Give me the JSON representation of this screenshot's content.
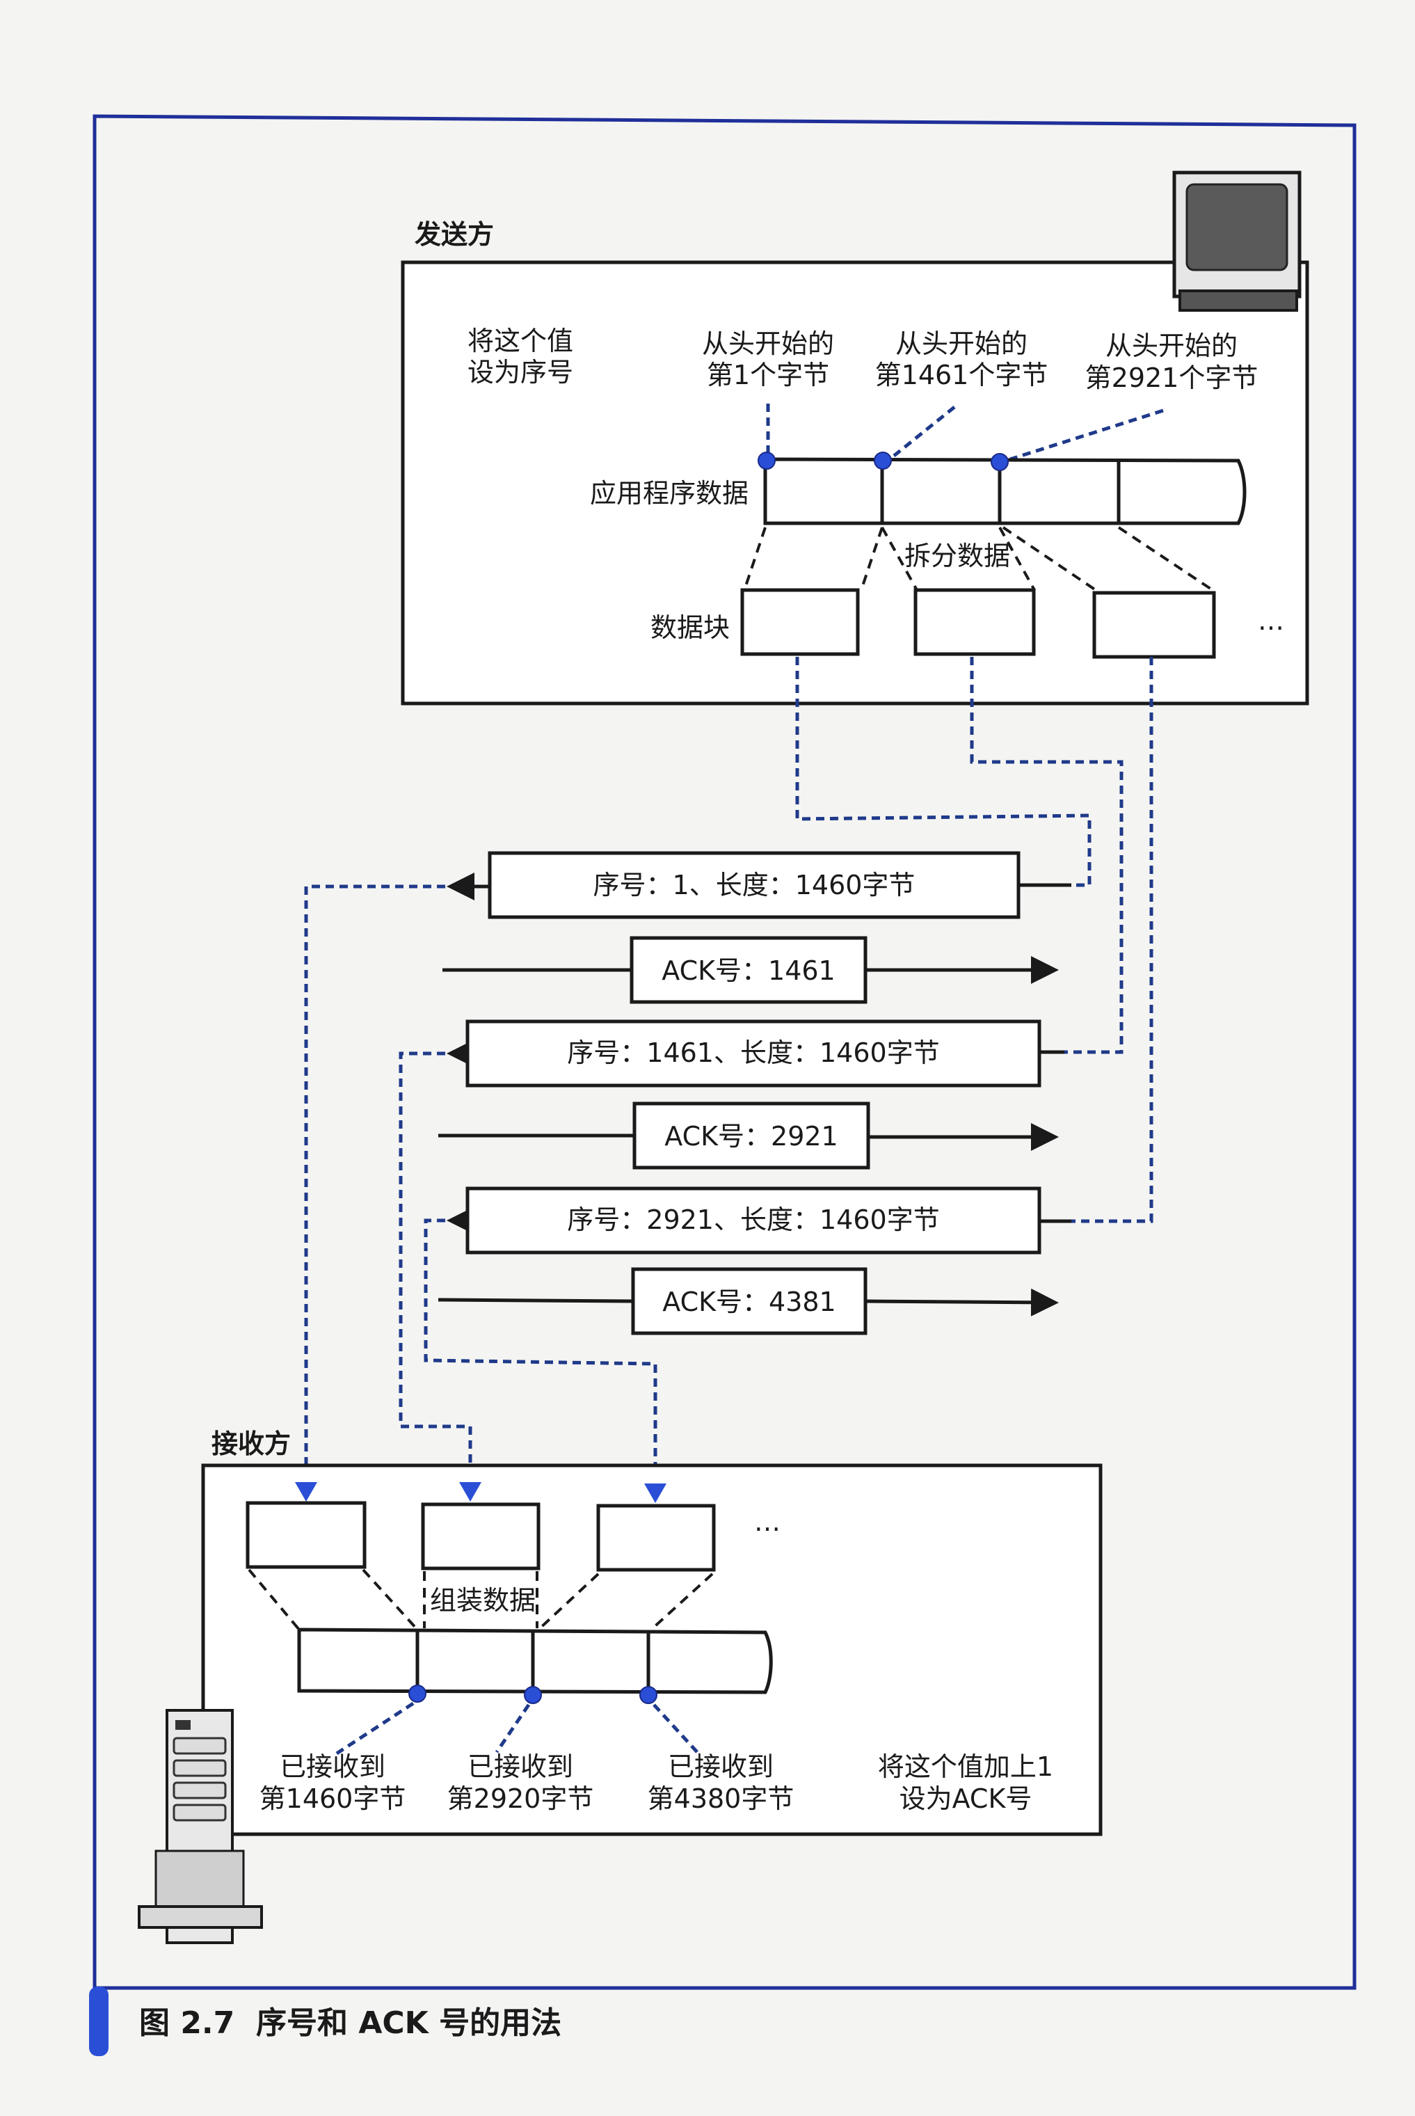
{
  "figure": {
    "caption_number": "图 2.7",
    "caption_title": "序号和 ACK 号的用法",
    "accent_color": "#2a4fd6",
    "frame_color": "#1f2f9a"
  },
  "sender": {
    "title": "发送方",
    "note_line1": "将这个值",
    "note_line2": "设为序号",
    "pointers": [
      {
        "line1": "从头开始的",
        "line2": "第1个字节"
      },
      {
        "line1": "从头开始的",
        "line2": "第1461个字节"
      },
      {
        "line1": "从头开始的",
        "line2": "第2921个字节"
      }
    ],
    "app_data_label": "应用程序数据",
    "split_label": "拆分数据",
    "chunk_label": "数据块",
    "ellipsis": "…"
  },
  "packets": [
    {
      "text": "序号：1、长度：1460字节",
      "direction": "to-receiver"
    },
    {
      "text": "ACK号：1461",
      "direction": "to-sender"
    },
    {
      "text": "序号：1461、长度：1460字节",
      "direction": "to-receiver"
    },
    {
      "text": "ACK号：2921",
      "direction": "to-sender"
    },
    {
      "text": "序号：2921、长度：1460字节",
      "direction": "to-receiver"
    },
    {
      "text": "ACK号：4381",
      "direction": "to-sender"
    }
  ],
  "receiver": {
    "title": "接收方",
    "assemble_label": "组装数据",
    "ellipsis": "…",
    "received": [
      {
        "line1": "已接收到",
        "line2": "第1460字节"
      },
      {
        "line1": "已接收到",
        "line2": "第2920字节"
      },
      {
        "line1": "已接收到",
        "line2": "第4380字节"
      }
    ],
    "note_line1": "将这个值加上1",
    "note_line2": "设为ACK号"
  },
  "icons": {
    "sender_device": "computer-monitor-icon",
    "receiver_device": "server-tower-icon"
  }
}
